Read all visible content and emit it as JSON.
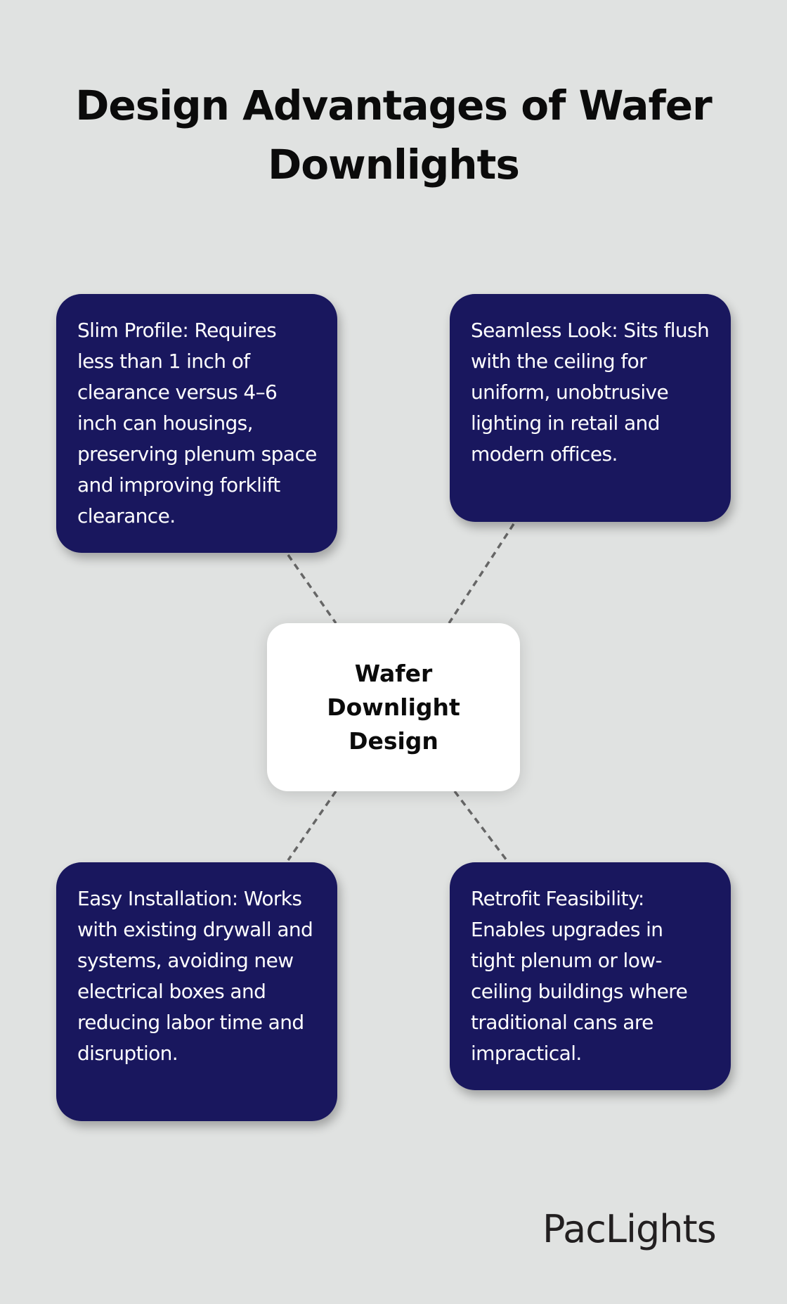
{
  "title": "Design Advantages of Wafer Downlights",
  "center_node": {
    "label": "Wafer Downlight Design"
  },
  "nodes": [
    {
      "position": "top-left",
      "text": "Slim Profile: Requires less than 1 inch of clearance versus 4–6 inch can housings, preserving plenum space and improving forklift clearance."
    },
    {
      "position": "top-right",
      "text": "Seamless Look: Sits flush with the ceiling for uniform, unobtrusive lighting in retail and modern offices."
    },
    {
      "position": "bottom-left",
      "text": "Easy Installation: Works with existing drywall and systems, avoiding new electrical boxes and reducing labor time and disruption."
    },
    {
      "position": "bottom-right",
      "text": "Retrofit Feasibility: Enables upgrades in tight plenum or low-ceiling buildings where traditional cans are impractical."
    }
  ],
  "brand": {
    "logo_text": "PacLights"
  },
  "colors": {
    "background": "#e0e2e1",
    "node_fill": "#19175e",
    "node_text": "#ffffff",
    "center_fill": "#ffffff",
    "connector": "#666666"
  }
}
